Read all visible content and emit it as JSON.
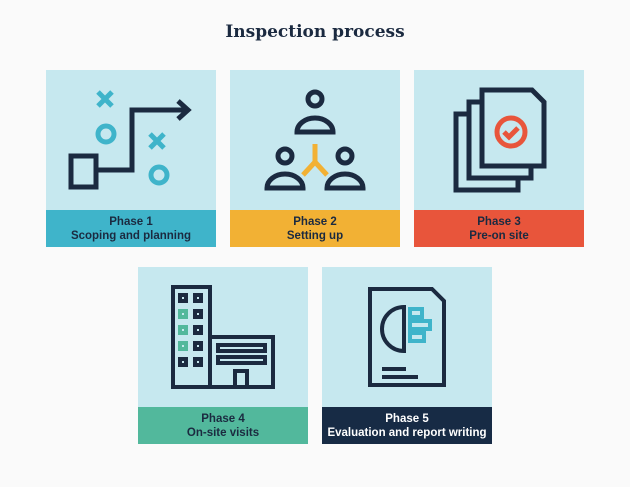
{
  "title": "Inspection process",
  "colors": {
    "card_bg": "#c6e8ef",
    "icon": "#1b2a40",
    "phase1": "#3fb4ca",
    "phase2": "#f2b134",
    "phase3": "#e8553b",
    "phase4": "#52b89c",
    "phase5": "#172b45"
  },
  "phases": [
    {
      "num": "Phase 1",
      "label": "Scoping and planning",
      "icon": "strategy-path-icon"
    },
    {
      "num": "Phase 2",
      "label": "Setting up",
      "icon": "team-icon"
    },
    {
      "num": "Phase 3",
      "label": "Pre-on site",
      "icon": "documents-check-icon"
    },
    {
      "num": "Phase 4",
      "label": "On-site visits",
      "icon": "buildings-icon"
    },
    {
      "num": "Phase 5",
      "label": "Evaluation and report writing",
      "icon": "report-chart-icon"
    }
  ]
}
